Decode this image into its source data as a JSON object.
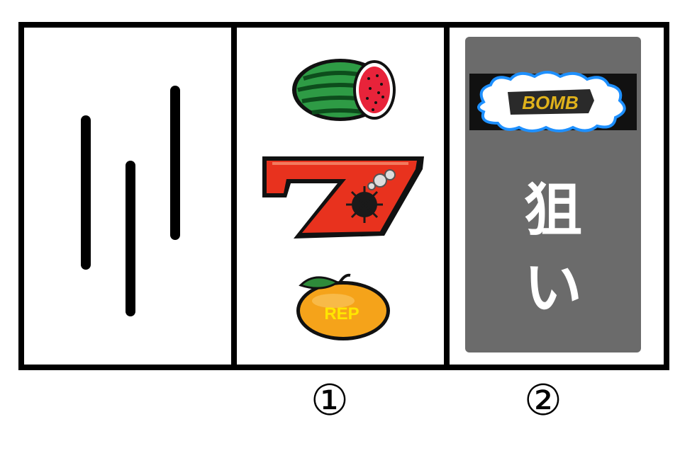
{
  "reels": {
    "reel1": {
      "state": "spinning"
    },
    "reel2": {
      "symbols": [
        {
          "icon": "watermelon-icon"
        },
        {
          "icon": "red-seven-icon"
        },
        {
          "icon": "orange-rep-icon",
          "label": "REP"
        }
      ]
    },
    "reel3": {
      "bomb_label": "BOMB",
      "aim_text_1": "狙",
      "aim_text_2": "い",
      "panel_color": "#6b6b6b"
    }
  },
  "markers": {
    "first": "①",
    "second": "②"
  },
  "colors": {
    "frame": "#000000",
    "seven": "#e8321e",
    "orange": "#f39c12",
    "watermelon": "#1f8a3a",
    "rep_text": "#ffe600",
    "bomb_text": "#e0b21b"
  }
}
